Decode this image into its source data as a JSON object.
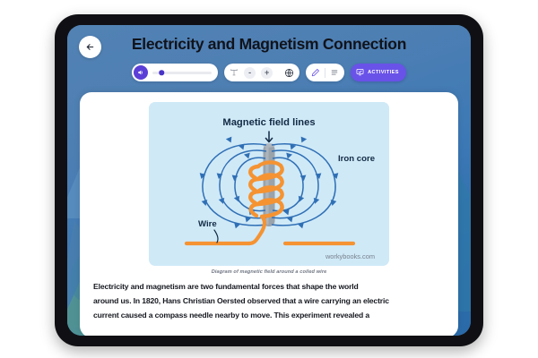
{
  "header": {
    "title": "Electricity and Magnetism Connection",
    "back_button_label": "Back",
    "back_icon": "arrow-left-icon"
  },
  "toolbar": {
    "volume": {
      "icon": "speaker-volume-icon",
      "slider_value": 15,
      "slider_min": 0,
      "slider_max": 100
    },
    "text_size": {
      "format_icon": "text-format-icon",
      "decrease_label": "-",
      "increase_label": "+",
      "translate_icon": "globe-icon"
    },
    "annotate": {
      "pen_icon": "pen-icon",
      "list_icon": "list-lines-icon"
    },
    "activities": {
      "label": "ACTIVITIES",
      "icon": "monitor-check-icon",
      "color": "#6952e8"
    }
  },
  "content": {
    "diagram": {
      "title_label": "Magnetic field lines",
      "iron_core_label": "Iron core",
      "wire_label": "Wire",
      "watermark": "workybooks.com",
      "background_color": "#cfe9f7",
      "field_line_color": "#2f6fb5",
      "coil_color": "#f59332",
      "core_color": "#9aa2aa"
    },
    "caption": "Diagram of magnetic field around a coiled wire",
    "paragraph_lines": [
      "Electricity and magnetism are two fundamental forces that shape the world",
      "around us. In 1820, Hans Christian Oersted observed that a wire carrying an electric",
      "current caused a compass needle nearby to move. This experiment revealed a"
    ]
  },
  "theme": {
    "wallpaper_top": "#5282b4",
    "wallpaper_bottom": "#2a6aa8",
    "accent_purple": "#5b3fd6",
    "frame_color": "#101014"
  }
}
